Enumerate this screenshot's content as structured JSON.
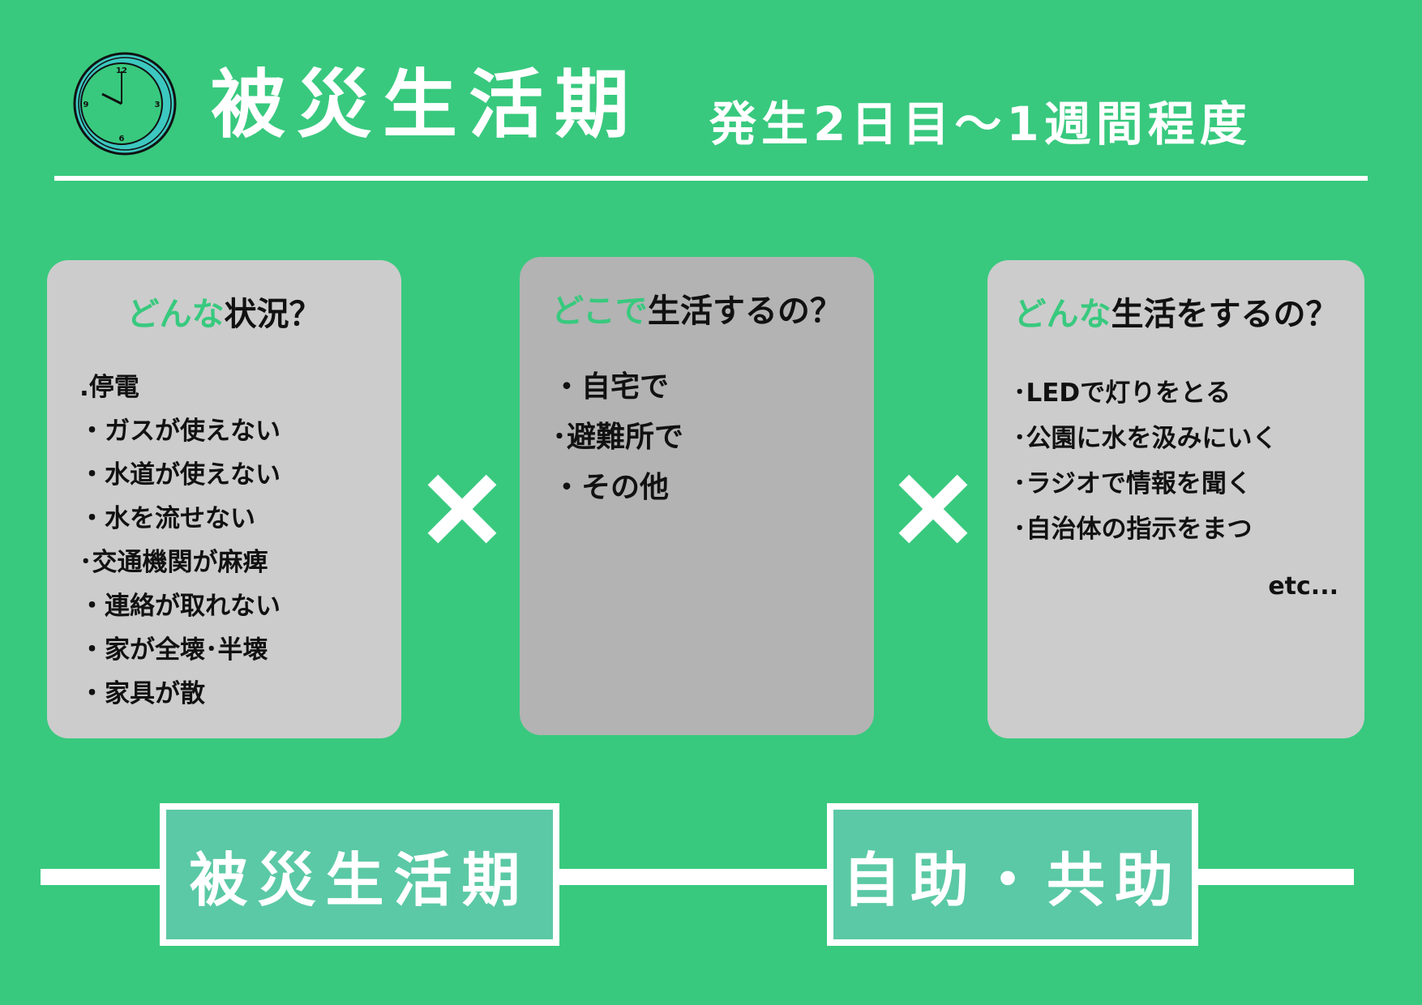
{
  "header": {
    "title": "被災生活期",
    "subtitle": "発生2日目～1週間程度",
    "clock_labels": [
      "12",
      "3",
      "6",
      "9"
    ]
  },
  "cards": [
    {
      "title_highlight": "どんな",
      "title_rest": "状況？",
      "items": [
        ".停電",
        "・ガスが使えない",
        "・水道が使えない",
        "・水を流せない",
        "･交通機関が麻痺",
        "・連絡が取れない",
        "・家が全壊･半壊",
        "・家具が散"
      ]
    },
    {
      "title_highlight": "どこで",
      "title_rest": "生活するの？",
      "items": [
        "・自宅で",
        "･避難所で",
        "・その他"
      ]
    },
    {
      "title_highlight": "どんな",
      "title_rest": "生活をするの？",
      "items": [
        "･LEDで灯りをとる",
        "･公園に水を汲みにいく",
        "･ラジオで情報を聞く",
        "･自治体の指示をまつ"
      ],
      "etc": "etc..."
    }
  ],
  "bottom": {
    "box1": "被災生活期",
    "box2": "自助・共助"
  },
  "colors": {
    "background": "#38c97e",
    "card": "#cccccc",
    "card_mid": "#b3b3b3",
    "box": "#5bc9a5",
    "clock": "#3cc8c0"
  }
}
